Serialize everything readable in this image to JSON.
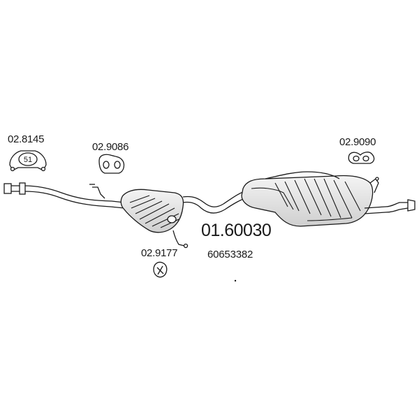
{
  "assembly": {
    "part_number": "01.60030",
    "oem_number": "60653382"
  },
  "components": [
    {
      "code": "02.8145",
      "kind": "clamp",
      "clamp_size": "51"
    },
    {
      "code": "02.9086",
      "kind": "rubber-hanger"
    },
    {
      "code": "02.9177",
      "kind": "gasket"
    },
    {
      "code": "02.9090",
      "kind": "rubber-hanger"
    }
  ],
  "colors": {
    "line": "#1a1a1a",
    "shade": "#d8d8d8",
    "background": "#ffffff"
  }
}
